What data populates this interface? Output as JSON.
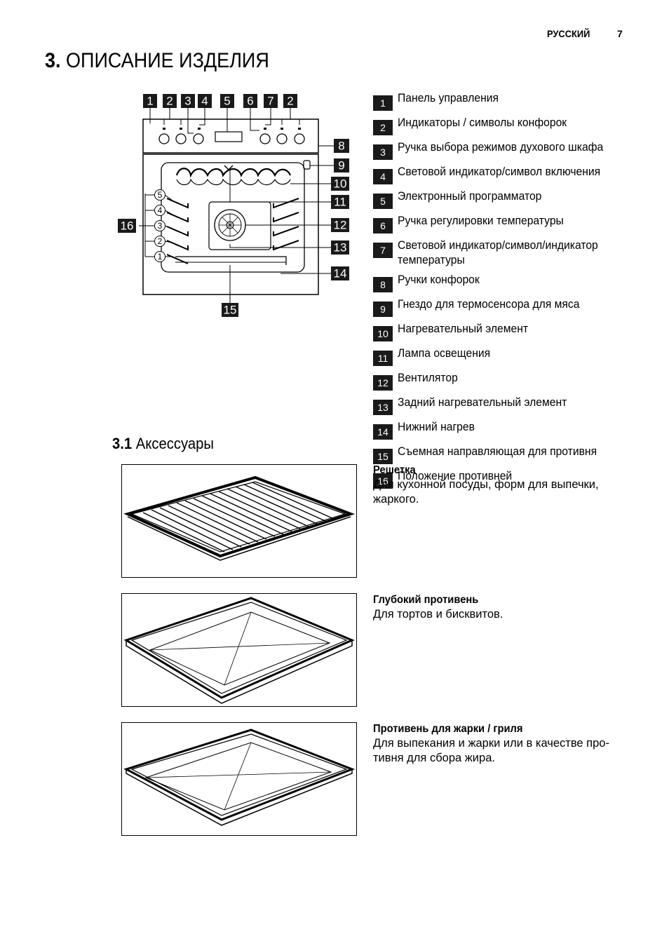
{
  "header": {
    "language": "РУССКИЙ",
    "page_number": "7"
  },
  "section": {
    "number": "3.",
    "title": "ОПИСАНИЕ ИЗДЕЛИЯ"
  },
  "diagram": {
    "top_badges": [
      "1",
      "2",
      "3",
      "4",
      "5",
      "6",
      "7",
      "2"
    ],
    "right_badges": [
      "8",
      "9",
      "10",
      "11",
      "12",
      "13",
      "14"
    ],
    "left_badge": "16",
    "bottom_badge": "15",
    "shelf_positions": [
      "5",
      "4",
      "3",
      "2",
      "1"
    ]
  },
  "legend": [
    {
      "num": "1",
      "text": "Панель управления"
    },
    {
      "num": "2",
      "text": "Индикаторы / символы конфорок"
    },
    {
      "num": "3",
      "text": "Ручка выбора режимов духового шкафа"
    },
    {
      "num": "4",
      "text": "Световой индикатор/символ включения"
    },
    {
      "num": "5",
      "text": "Электронный программатор"
    },
    {
      "num": "6",
      "text": "Ручка регулировки температуры"
    },
    {
      "num": "7",
      "text": "Световой индикатор/символ/индикатор температуры"
    },
    {
      "num": "8",
      "text": "Ручки конфорок"
    },
    {
      "num": "9",
      "text": "Гнездо для термосенсора для мяса"
    },
    {
      "num": "10",
      "text": "Нагревательный элемент"
    },
    {
      "num": "11",
      "text": "Лампа освещения"
    },
    {
      "num": "12",
      "text": "Вентилятор"
    },
    {
      "num": "13",
      "text": "Задний нагревательный элемент"
    },
    {
      "num": "14",
      "text": "Нижний нагрев"
    },
    {
      "num": "15",
      "text": "Съемная направляющая для противня"
    },
    {
      "num": "16",
      "text": "Положение противней"
    }
  ],
  "subsection": {
    "number": "3.1",
    "title": "Аксессуары"
  },
  "accessories": [
    {
      "name": "Решетка",
      "description": "Для кухонной посуды, форм для выпечки,\nжаркого."
    },
    {
      "name": "Глубокий противень",
      "description": "Для тортов и бисквитов."
    },
    {
      "name": "Противень для жарки / гриля",
      "description": "Для выпекания и жарки или в качестве про-\nтивня для сбора жира."
    }
  ]
}
